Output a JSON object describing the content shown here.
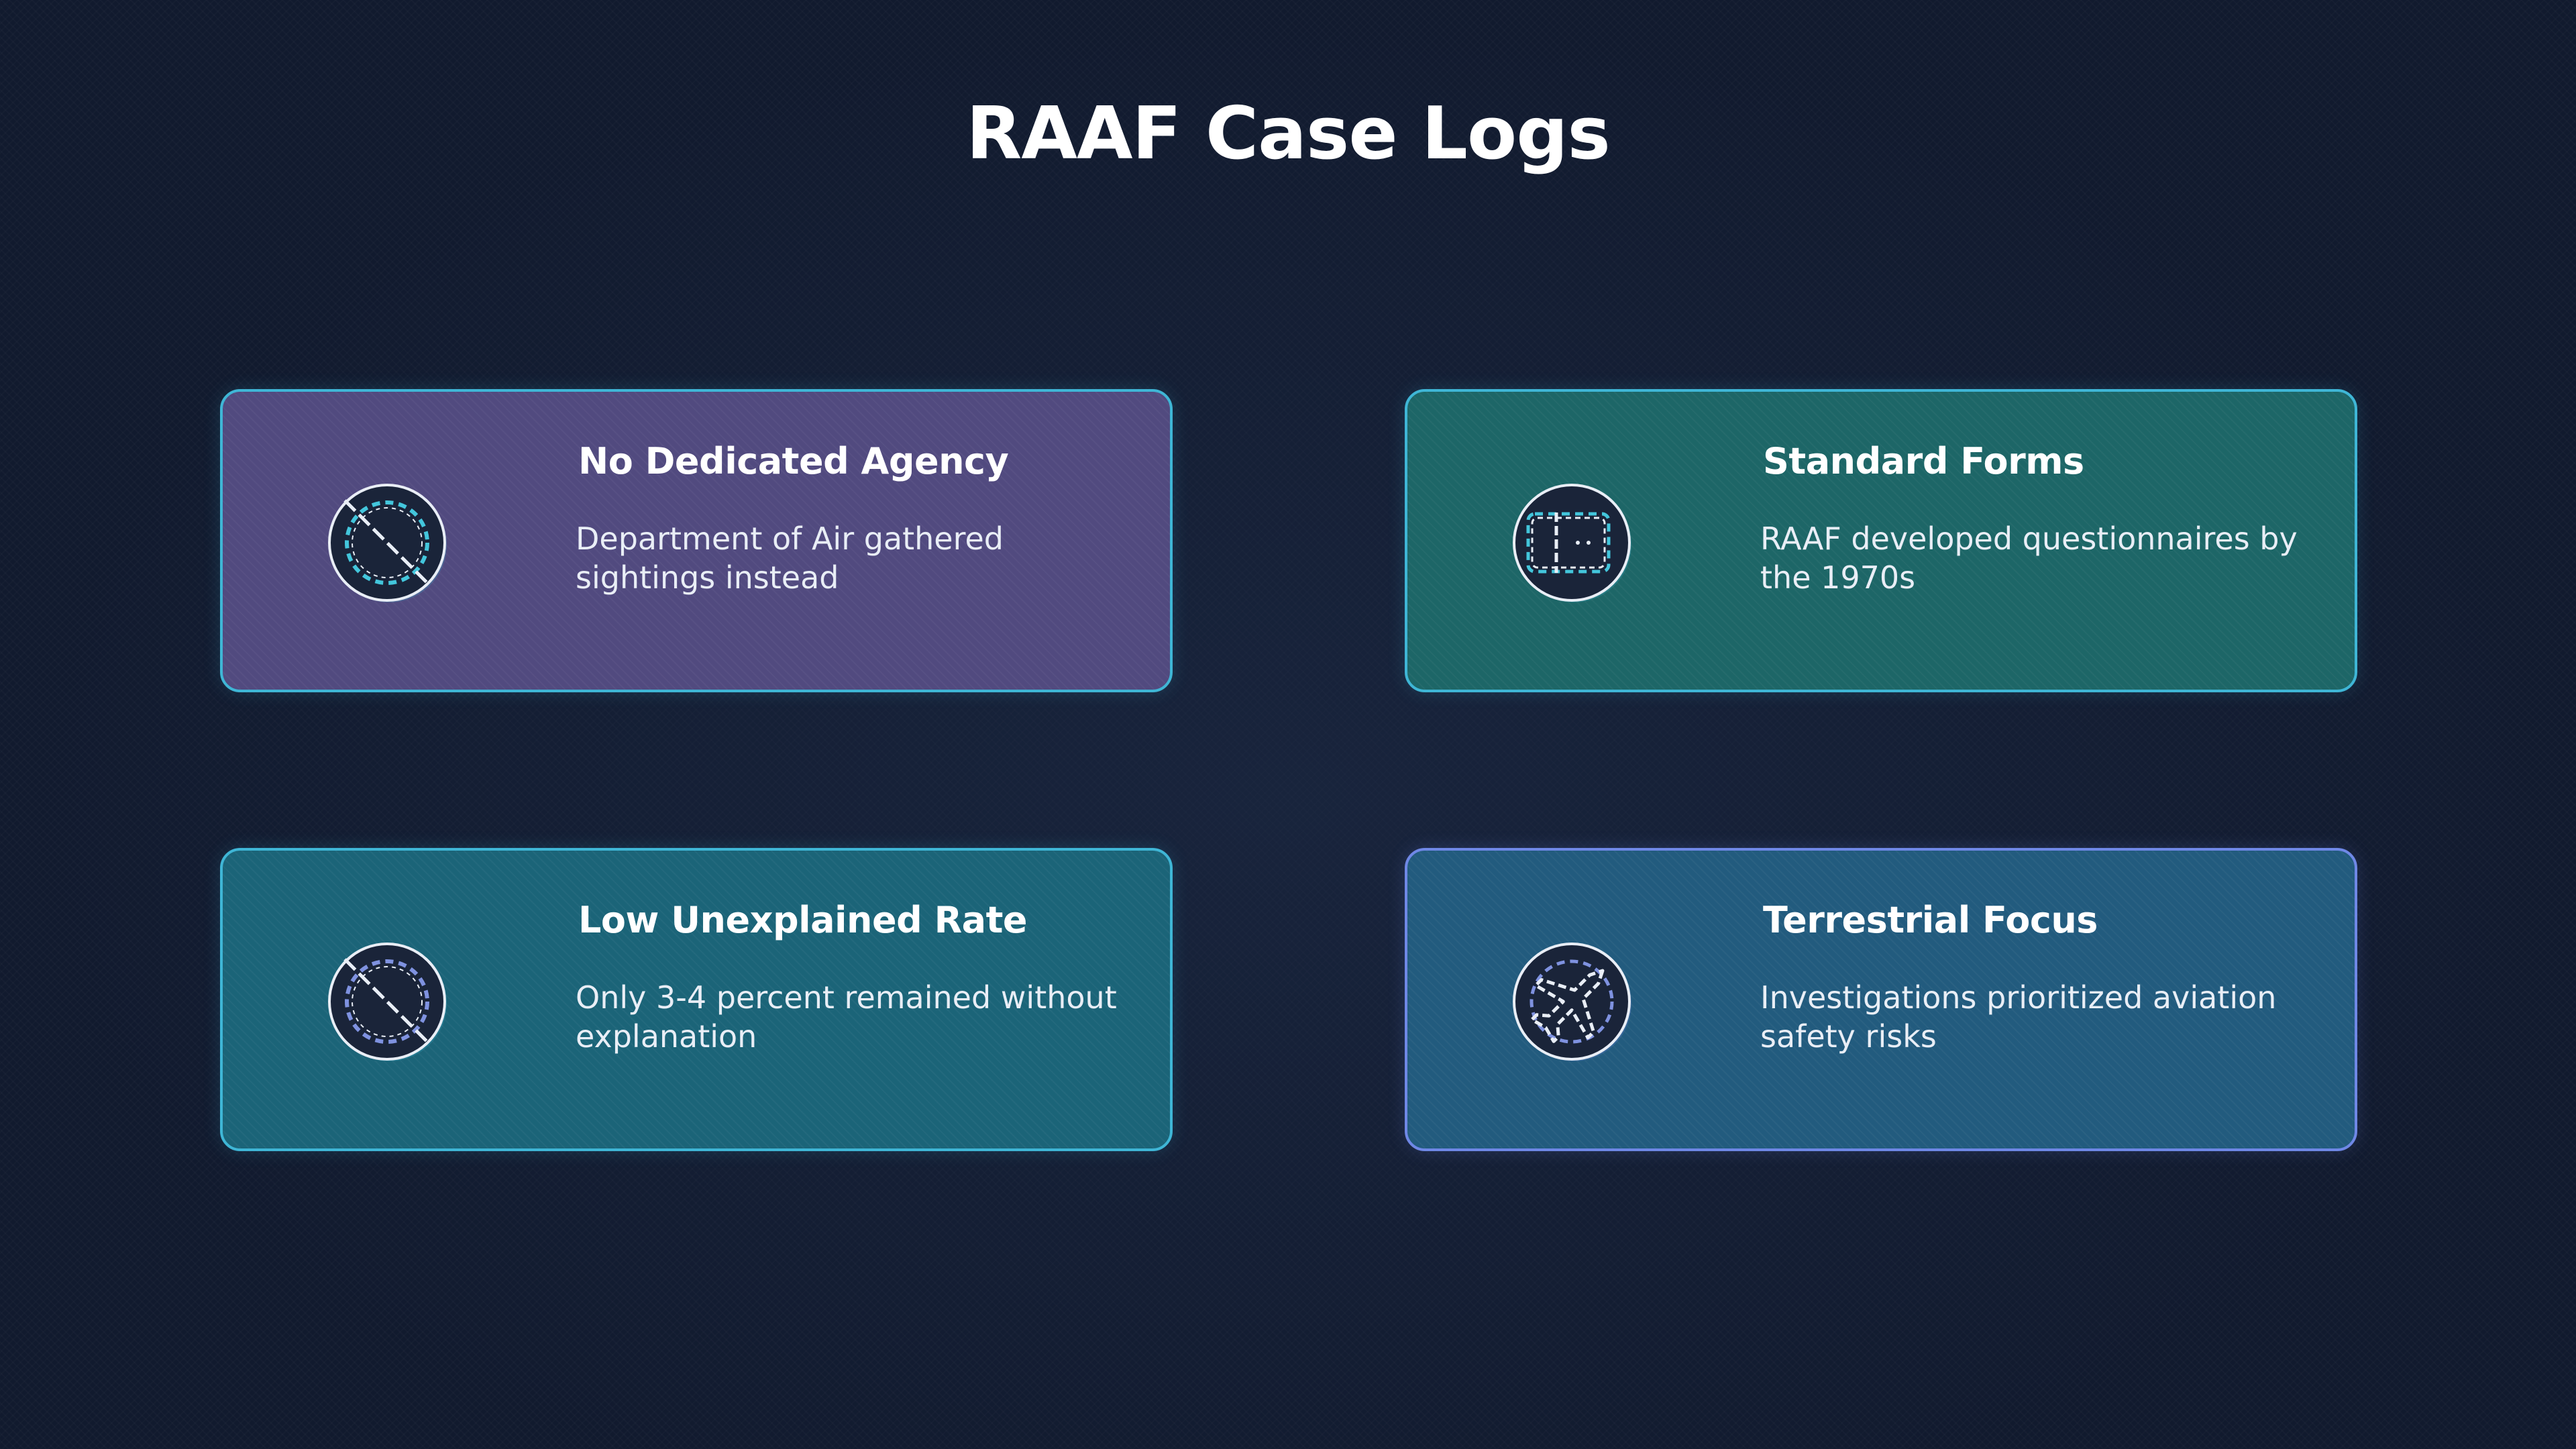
{
  "title": "RAAF Case Logs",
  "cards": [
    {
      "title": "No Dedicated Agency",
      "description": "Department of Air gathered sightings instead",
      "icon": "prohibited-icon",
      "background": "#514a7f"
    },
    {
      "title": "Standard Forms",
      "description": "RAAF developed questionnaires by the 1970s",
      "icon": "form-icon",
      "background": "#1d6667"
    },
    {
      "title": "Low Unexplained Rate",
      "description": "Only 3-4 percent remained without explanation",
      "icon": "prohibited-icon",
      "background": "#1b6478"
    },
    {
      "title": "Terrestrial Focus",
      "description": "Investigations prioritized aviation safety risks",
      "icon": "airplane-icon",
      "background": "#225b7e"
    }
  ],
  "colors": {
    "background": "#111a2e",
    "card_border": "#3fb6d6",
    "card_border_alt": "#6f88e6",
    "icon_circle": "#1a2439",
    "text": "#ffffff"
  }
}
